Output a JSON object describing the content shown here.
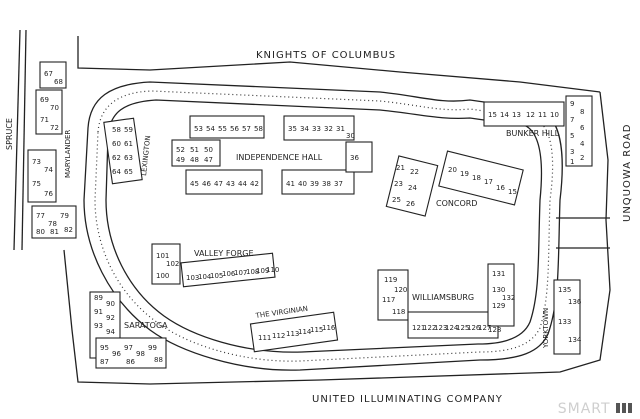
{
  "labels": {
    "north": "KNIGHTS OF COLUMBUS",
    "south": "UNITED ILLUMINATING COMPANY",
    "east": "UNQUOWA ROAD",
    "west": "SPRUCE"
  },
  "clusters": {
    "independence": "INDEPENDENCE HALL",
    "bunker": "BUNKER HILL",
    "concord": "CONCORD",
    "valley": "VALLEY FORGE",
    "williamsburg": "WILLIAMSBURG",
    "virginian": "THE VIRGINIAN",
    "saratoga": "SARATOGA",
    "yorktown": "YORKTOWN",
    "lexington": "LEXINGTON",
    "maryland": "MARYLANDER"
  },
  "units": {
    "maryland": [
      "67",
      "68",
      "69",
      "70",
      "71",
      "72",
      "73",
      "74",
      "75",
      "76",
      "77",
      "78",
      "79",
      "80",
      "81",
      "82"
    ],
    "lexington": [
      "58",
      "59",
      "60",
      "61",
      "62",
      "63",
      "64",
      "65"
    ],
    "indep_a": [
      "53",
      "54",
      "55",
      "56",
      "57",
      "58"
    ],
    "indep_b": [
      "52",
      "51",
      "50",
      "49",
      "48",
      "47"
    ],
    "indep_c": [
      "35",
      "34",
      "33",
      "32",
      "31",
      "30"
    ],
    "indep_d": [
      "45",
      "46",
      "47",
      "43",
      "44",
      "42"
    ],
    "indep_e": [
      "41",
      "40",
      "39",
      "38",
      "37",
      "36"
    ],
    "bunker_a": [
      "15",
      "14",
      "13",
      "12",
      "11",
      "10"
    ],
    "bunker_b": [
      "9",
      "8",
      "7",
      "6",
      "5",
      "4",
      "3",
      "2",
      "1"
    ],
    "concord": [
      "21",
      "22",
      "23",
      "24",
      "25",
      "26",
      "20",
      "19",
      "18",
      "17",
      "16",
      "15"
    ],
    "valley_a": [
      "101",
      "102",
      "100"
    ],
    "valley_b": [
      "103",
      "104",
      "105",
      "106",
      "107",
      "108",
      "109",
      "110"
    ],
    "williamsburg_a": [
      "119",
      "120",
      "117",
      "118"
    ],
    "williamsburg_b": [
      "121",
      "122",
      "123",
      "124",
      "125",
      "126",
      "127",
      "128"
    ],
    "williamsburg_c": [
      "131",
      "130",
      "129",
      "132"
    ],
    "virginian": [
      "111",
      "112",
      "113",
      "114",
      "115",
      "116"
    ],
    "saratoga": [
      "89",
      "90",
      "91",
      "92",
      "93",
      "94",
      "95",
      "96",
      "97",
      "98",
      "99",
      "88",
      "87",
      "86"
    ],
    "yorktown": [
      "135",
      "136",
      "133",
      "134"
    ]
  },
  "watermark": "SMART"
}
